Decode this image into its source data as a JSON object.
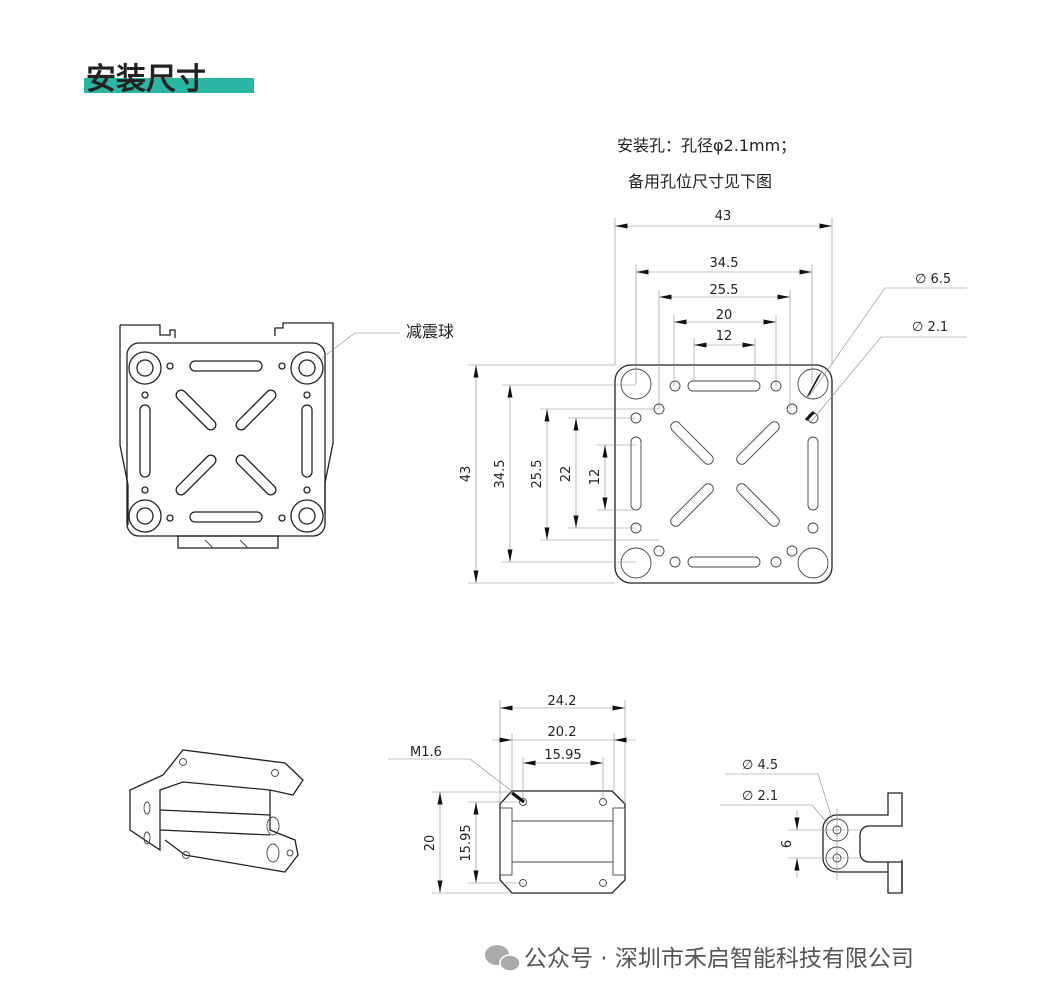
{
  "header": {
    "title": "安装尺寸",
    "accent_color": "#2bb5a3"
  },
  "notes": {
    "line1": "安装孔：孔径φ2.1mm；",
    "line2": "备用孔位尺寸见下图"
  },
  "top_left": {
    "callout": "减震球"
  },
  "plate": {
    "dim_width_43": "43",
    "dim_34_5": "34.5",
    "dim_25_5": "25.5",
    "dim_20": "20",
    "dim_12": "12",
    "dim_v43": "43",
    "dim_v34_5": "34.5",
    "dim_v25_5": "25.5",
    "dim_v22": "22",
    "dim_v12": "12",
    "dia_large": "∅ 6.5",
    "dia_small": "∅ 2.1"
  },
  "block": {
    "dim_24_2": "24.2",
    "dim_20_2": "20.2",
    "dim_15_95": "15.95",
    "thread": "M1.6",
    "dim_v20": "20",
    "dim_v15_95": "15.95"
  },
  "bracket": {
    "dia_large": "∅ 4.5",
    "dia_small": "∅ 2.1",
    "dim_6": "6"
  },
  "footer": {
    "text": "公众号 · 深圳市禾启智能科技有限公司"
  }
}
